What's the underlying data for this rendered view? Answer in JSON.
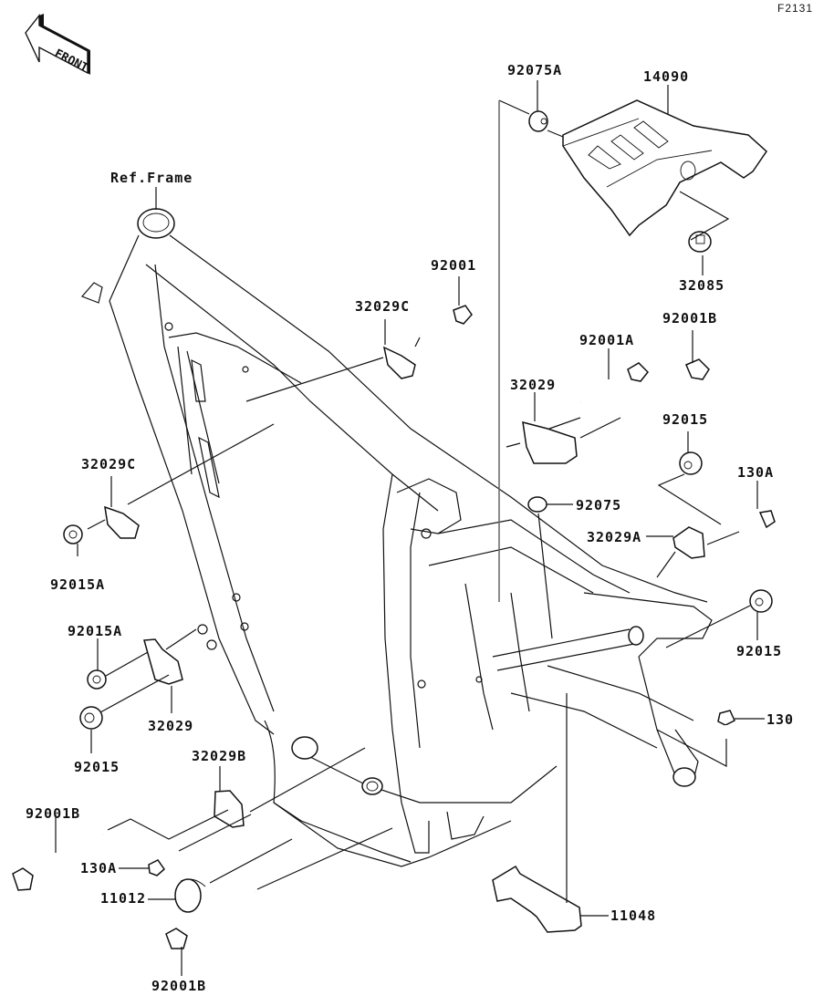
{
  "figure_code": "F2131",
  "front_indicator": {
    "text": "FRONT",
    "icon": "front-arrow-icon"
  },
  "reference": {
    "label": "Ref.Frame"
  },
  "callouts": [
    {
      "id": "c-92075A",
      "part": "92075A"
    },
    {
      "id": "c-14090",
      "part": "14090"
    },
    {
      "id": "c-32085",
      "part": "32085"
    },
    {
      "id": "c-92001",
      "part": "92001"
    },
    {
      "id": "c-32029C-top",
      "part": "32029C"
    },
    {
      "id": "c-92001A",
      "part": "92001A"
    },
    {
      "id": "c-92001B-top",
      "part": "92001B"
    },
    {
      "id": "c-32029-right",
      "part": "32029"
    },
    {
      "id": "c-92015-top",
      "part": "92015"
    },
    {
      "id": "c-130A-right",
      "part": "130A"
    },
    {
      "id": "c-92075",
      "part": "92075"
    },
    {
      "id": "c-32029A",
      "part": "32029A"
    },
    {
      "id": "c-92015-right",
      "part": "92015"
    },
    {
      "id": "c-130",
      "part": "130"
    },
    {
      "id": "c-32029C-left",
      "part": "32029C"
    },
    {
      "id": "c-92015A-upper",
      "part": "92015A"
    },
    {
      "id": "c-92015A-lower",
      "part": "92015A"
    },
    {
      "id": "c-32029-left",
      "part": "32029"
    },
    {
      "id": "c-92015-left",
      "part": "92015"
    },
    {
      "id": "c-32029B",
      "part": "32029B"
    },
    {
      "id": "c-92001B-left",
      "part": "92001B"
    },
    {
      "id": "c-130A-left",
      "part": "130A"
    },
    {
      "id": "c-11012",
      "part": "11012"
    },
    {
      "id": "c-92001B-bottom",
      "part": "92001B"
    },
    {
      "id": "c-11048",
      "part": "11048"
    }
  ]
}
